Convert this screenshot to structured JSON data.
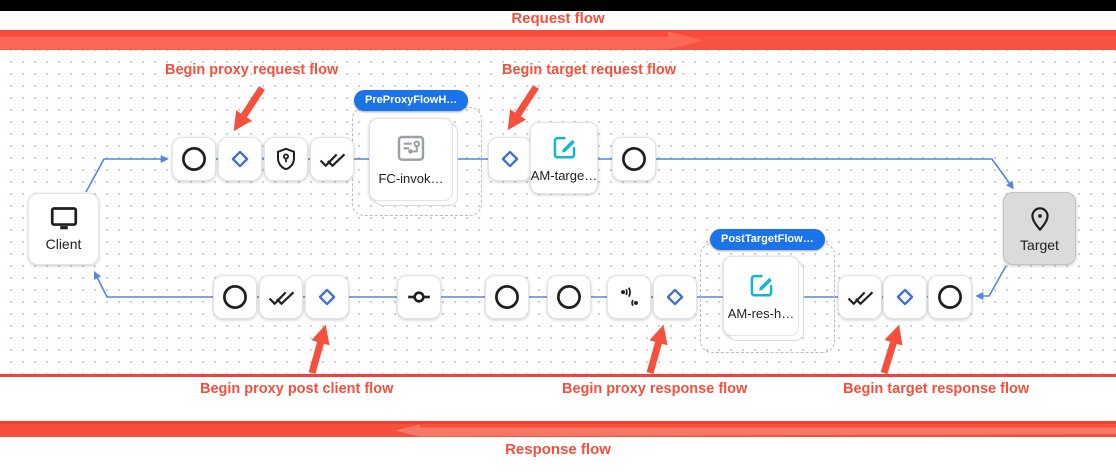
{
  "banners": {
    "request_label": "Request flow",
    "response_label": "Response flow"
  },
  "annotations": {
    "proxy_request": "Begin proxy request flow",
    "target_request": "Begin target request flow",
    "proxy_post_client": "Begin proxy post client flow",
    "proxy_response": "Begin proxy response flow",
    "target_response": "Begin target response flow"
  },
  "flow": {
    "client_label": "Client",
    "target_label": "Target",
    "pre_proxy_hook_badge": "PreProxyFlowH…",
    "pre_proxy_hook_step": "FC-invok…",
    "target_request_step": "AM-targe…",
    "post_target_hook_badge": "PostTargetFlow…",
    "post_target_hook_step": "AM-res-h…"
  },
  "icons": {
    "client": "monitor-icon",
    "target": "location-pin-icon",
    "flow_start": "circle-icon",
    "condition": "diamond-icon",
    "security": "shield-key-icon",
    "verify": "double-check-icon",
    "flow_callout": "flow-callout-icon",
    "assign_message": "edit-square-icon",
    "inline_connector": "inline-connector-icon",
    "telemetry": "signal-icon"
  },
  "colors": {
    "annotation_red": "#f4503d",
    "bar_red": "#f85243",
    "wire_blue": "#5585e0",
    "badge_blue": "#1a73e8",
    "diamond_blue": "#3b6fd6",
    "edit_teal": "#12b5cb"
  }
}
